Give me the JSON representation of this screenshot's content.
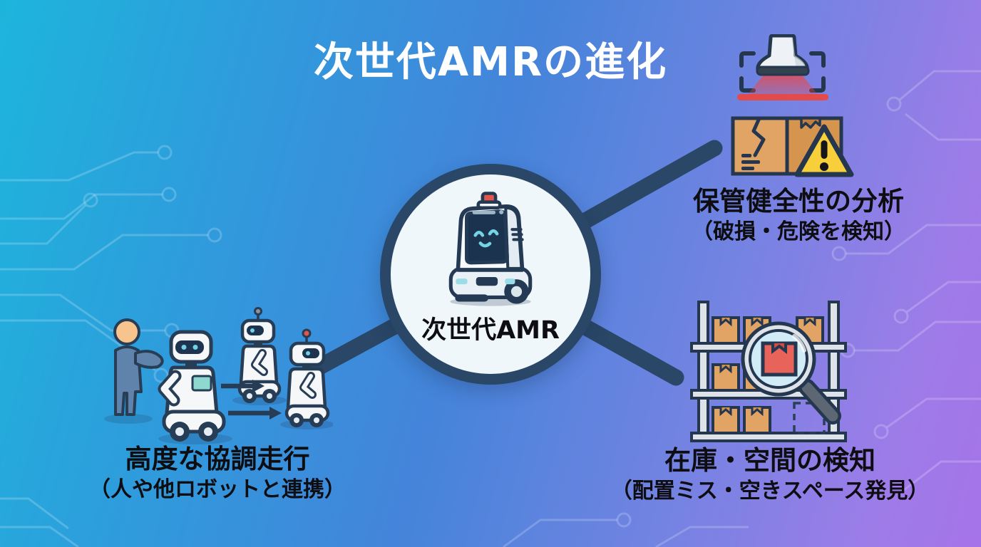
{
  "slide": {
    "title": "次世代AMRの進化"
  },
  "center_node": {
    "label": "次世代AMR",
    "icon": "amr-robot-icon"
  },
  "branches": [
    {
      "id": "storage-health",
      "position": "top-right",
      "title": "保管健全性の分析",
      "subtitle": "（破損・危険を検知）",
      "icons": [
        "scanner-viewfinder-icon",
        "damaged-box-warning-icon"
      ]
    },
    {
      "id": "inventory-space",
      "position": "bottom-right",
      "title": "在庫・空間の検知",
      "subtitle": "（配置ミス・空きスペース発見）",
      "icons": [
        "shelf-magnifier-icon"
      ]
    },
    {
      "id": "cooperative-driving",
      "position": "bottom-left",
      "title": "高度な協調走行",
      "subtitle": "（人や他ロボットと連携）",
      "icons": [
        "human-with-robots-icon"
      ]
    }
  ],
  "colors": {
    "background_gradient": [
      "#1db5dc",
      "#2f9bdc",
      "#4484da",
      "#7583e2",
      "#9d7ce8",
      "#a673e8"
    ],
    "outline_navy": "#2a4767",
    "hub_fill": "#f0f7fb",
    "title_text": "#ffffff",
    "body_text": "#0d0d12",
    "alert_red": "#e34b4b",
    "beacon_red": "#e2574b",
    "warning_yellow": "#f6cf3a",
    "cardboard_tan": "#e2a465",
    "robot_eye_cyan": "#74d4e4",
    "magnifier_glass_blue": "#d2ecf7",
    "person_skin": "#f7c48d",
    "person_body_blue": "#5f83ab"
  }
}
